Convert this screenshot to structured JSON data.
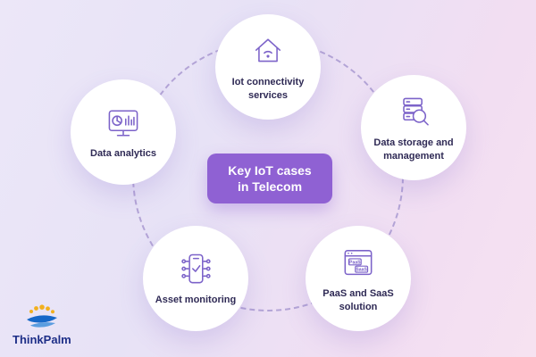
{
  "title_badge": {
    "line1": "Key IoT cases",
    "line2": "in Telecom"
  },
  "nodes": {
    "connectivity": {
      "label": "Iot connectivity services",
      "icon": "smart-home-wifi-icon"
    },
    "storage": {
      "label": "Data storage and management",
      "icon": "server-search-icon"
    },
    "analytics": {
      "label": "Data analytics",
      "icon": "monitor-analytics-icon"
    },
    "asset": {
      "label": "Asset monitoring",
      "icon": "phone-check-icon"
    },
    "paas": {
      "label": "PaaS and SaaS solution",
      "icon": "browser-paas-saas-icon"
    }
  },
  "icon_labels": {
    "paas": "PaaS",
    "saas": "SaaS"
  },
  "logo": {
    "text": "ThinkPalm"
  },
  "colors": {
    "badge_bg": "#8f61d3",
    "icon_stroke": "#7c63c9",
    "label_color": "#2f2a55",
    "dashed_ring": "#b3a4d6",
    "logo_text": "#1d2e87",
    "logo_yellow": "#f2b01e",
    "logo_blue": "#1668c8"
  }
}
